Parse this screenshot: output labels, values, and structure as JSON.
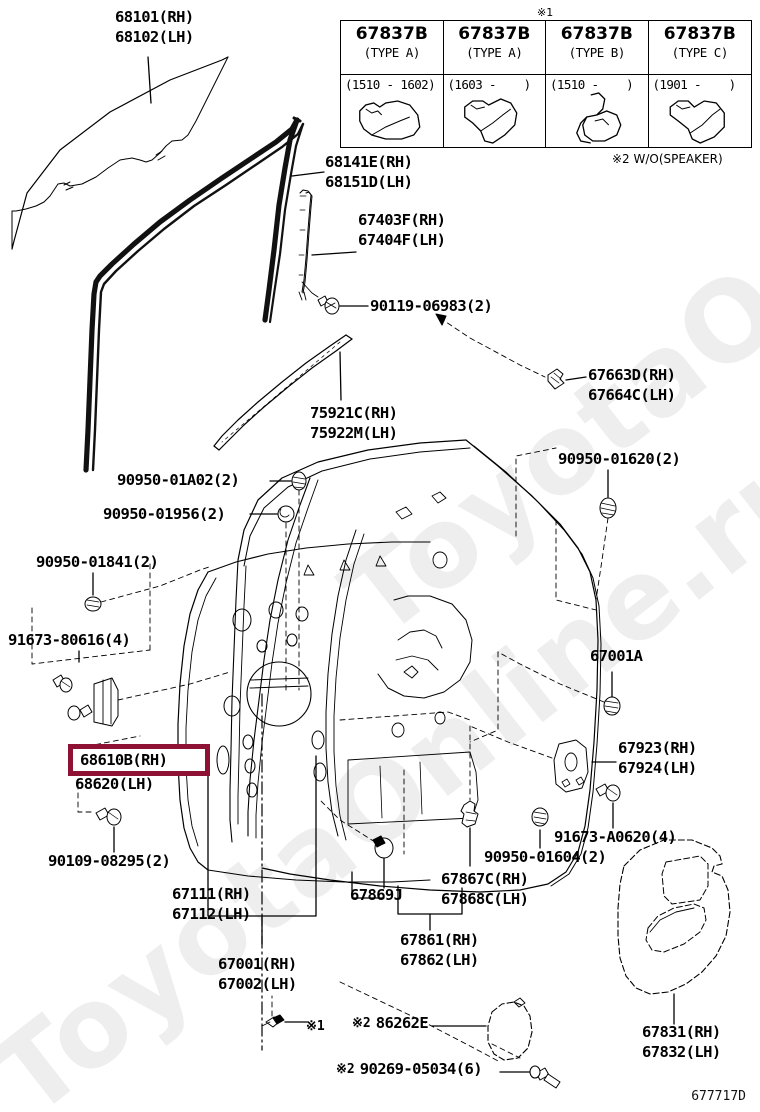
{
  "diagram": {
    "code": "677717D",
    "watermark": "ToyotaOnline.ru"
  },
  "variant_table": {
    "marker": "※1",
    "columns": [
      {
        "part_no": "67837B",
        "type": "(TYPE A)",
        "range": "(1510 - 1602)",
        "clip": "clip-type-a-1"
      },
      {
        "part_no": "67837B",
        "type": "(TYPE A)",
        "range": "(1603 -    )",
        "clip": "clip-type-a-2"
      },
      {
        "part_no": "67837B",
        "type": "(TYPE B)",
        "range": "(1510 -    )",
        "clip": "clip-type-b"
      },
      {
        "part_no": "67837B",
        "type": "(TYPE C)",
        "range": "(1901 -    )",
        "clip": "clip-type-c"
      }
    ],
    "footnote": "※2 W/O(SPEAKER)"
  },
  "labels": {
    "glass": {
      "line1": "68101(RH)",
      "line2": "68102(LH)"
    },
    "run_weatherstrip": {
      "line1": "68141E(RH)",
      "line2": "68151D(LH)"
    },
    "division_bar": {
      "line1": "67403F(RH)",
      "line2": "67404F(LH)"
    },
    "screw_90119": {
      "line1": "90119-06983(2)"
    },
    "belt_moulding": {
      "line1": "75921C(RH)",
      "line2": "75922M(LH)"
    },
    "clip_67663": {
      "line1": "67663D(RH)",
      "line2": "67664C(LH)"
    },
    "clip_90950_01620": {
      "line1": "90950-01620(2)"
    },
    "clip_90950_01A02": {
      "line1": "90950-01A02(2)"
    },
    "clip_90950_01956": {
      "line1": "90950-01956(2)"
    },
    "clip_90950_01841": {
      "line1": "90950-01841(2)"
    },
    "bolt_91673_80616": {
      "line1": "91673-80616(4)"
    },
    "highlight_part": {
      "line1": "68610B(RH)"
    },
    "highlight_part_lh": {
      "line1": "68620(LH)"
    },
    "bolt_90109": {
      "line1": "90109-08295(2)"
    },
    "door_panel_sub": {
      "line1": "67111(RH)",
      "line2": "67112(LH)"
    },
    "door_panel_assy": {
      "line1": "67001(RH)",
      "line2": "67002(LH)"
    },
    "plug_67869j": {
      "line1": "67869J"
    },
    "seal_67867": {
      "line1": "67867C(RH)",
      "line2": "67868C(LH)"
    },
    "inner_weather": {
      "line1": "67861(RH)",
      "line2": "67862(LH)"
    },
    "clip_90950_01604": {
      "line1": "90950-01604(2)"
    },
    "clip_67001a": {
      "line1": "67001A"
    },
    "check_67923": {
      "line1": "67923(RH)",
      "line2": "67924(LH)"
    },
    "bolt_91673_a0620": {
      "line1": "91673-A0620(4)"
    },
    "cover_67831": {
      "line1": "67831(RH)",
      "line2": "67832(LH)"
    },
    "grommet_86262e": {
      "star": "※2",
      "line1": "86262E"
    },
    "screw_90269": {
      "star": "※2",
      "line1": "90269-05034(6)"
    },
    "star1_ref": {
      "line1": "※1"
    }
  }
}
